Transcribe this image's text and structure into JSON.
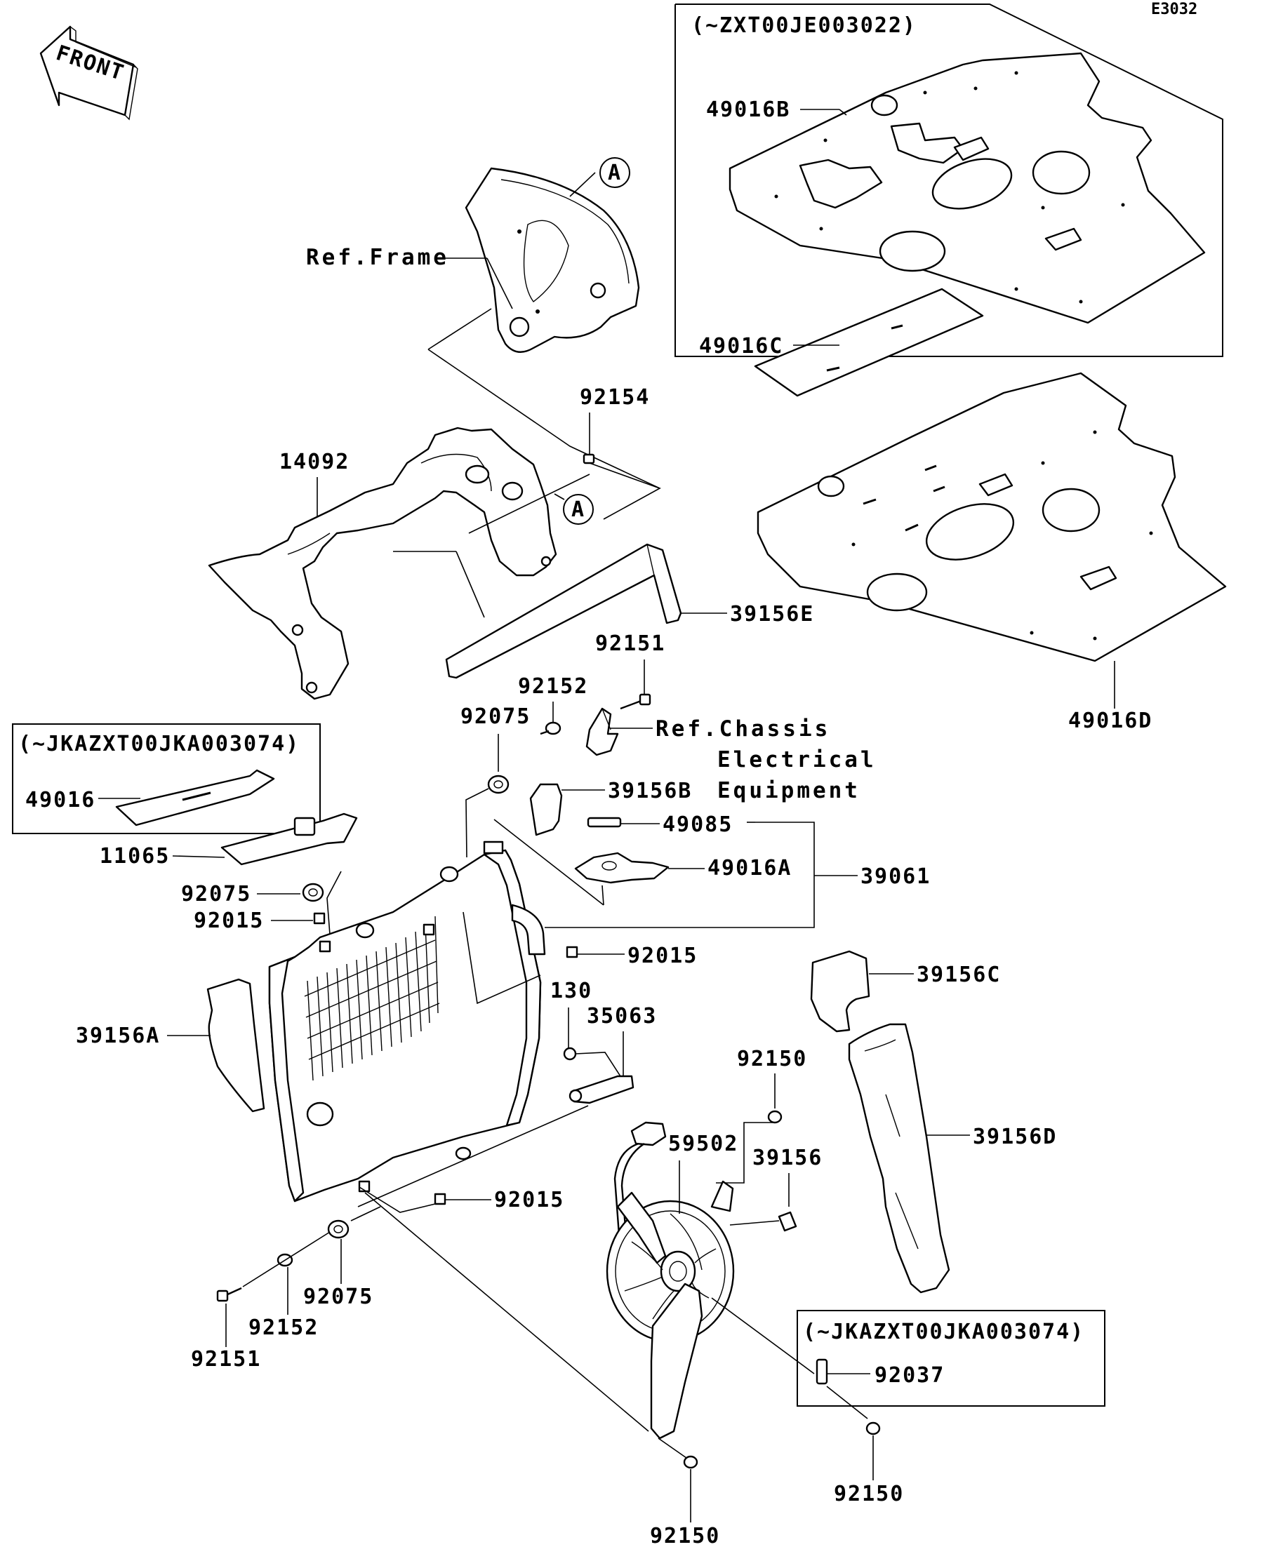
{
  "diagram": {
    "code": "E3032",
    "front_label": "FRONT",
    "circle_a": "A",
    "serial_box_top": "(~ZXT00JE003022)",
    "serial_box_left": "(~JKAZXT00JKA003074)",
    "serial_box_bottom": "(~JKAZXT00JKA003074)",
    "ref_frame": "Ref.Frame",
    "ref_chassis": [
      "Ref.Chassis",
      "Electrical",
      "Equipment"
    ],
    "parts": {
      "p49016B": "49016B",
      "p49016C": "49016C",
      "p49016D": "49016D",
      "p92154": "92154",
      "p14092": "14092",
      "p39156E": "39156E",
      "p92151a": "92151",
      "p92152a": "92152",
      "p92075a": "92075",
      "p49016": "49016",
      "p11065": "11065",
      "p39156B": "39156B",
      "p49085": "49085",
      "p49016A": "49016A",
      "p39061": "39061",
      "p92075b": "92075",
      "p92015a": "92015",
      "p92015b": "92015",
      "p39156C": "39156C",
      "p130": "130",
      "p35063": "35063",
      "p39156A": "39156A",
      "p92150a": "92150",
      "p39156D": "39156D",
      "p59502": "59502",
      "p39156": "39156",
      "p92015c": "92015",
      "p92075c": "92075",
      "p92152b": "92152",
      "p92151b": "92151",
      "p92037": "92037",
      "p92150b": "92150",
      "p92150c": "92150"
    }
  }
}
